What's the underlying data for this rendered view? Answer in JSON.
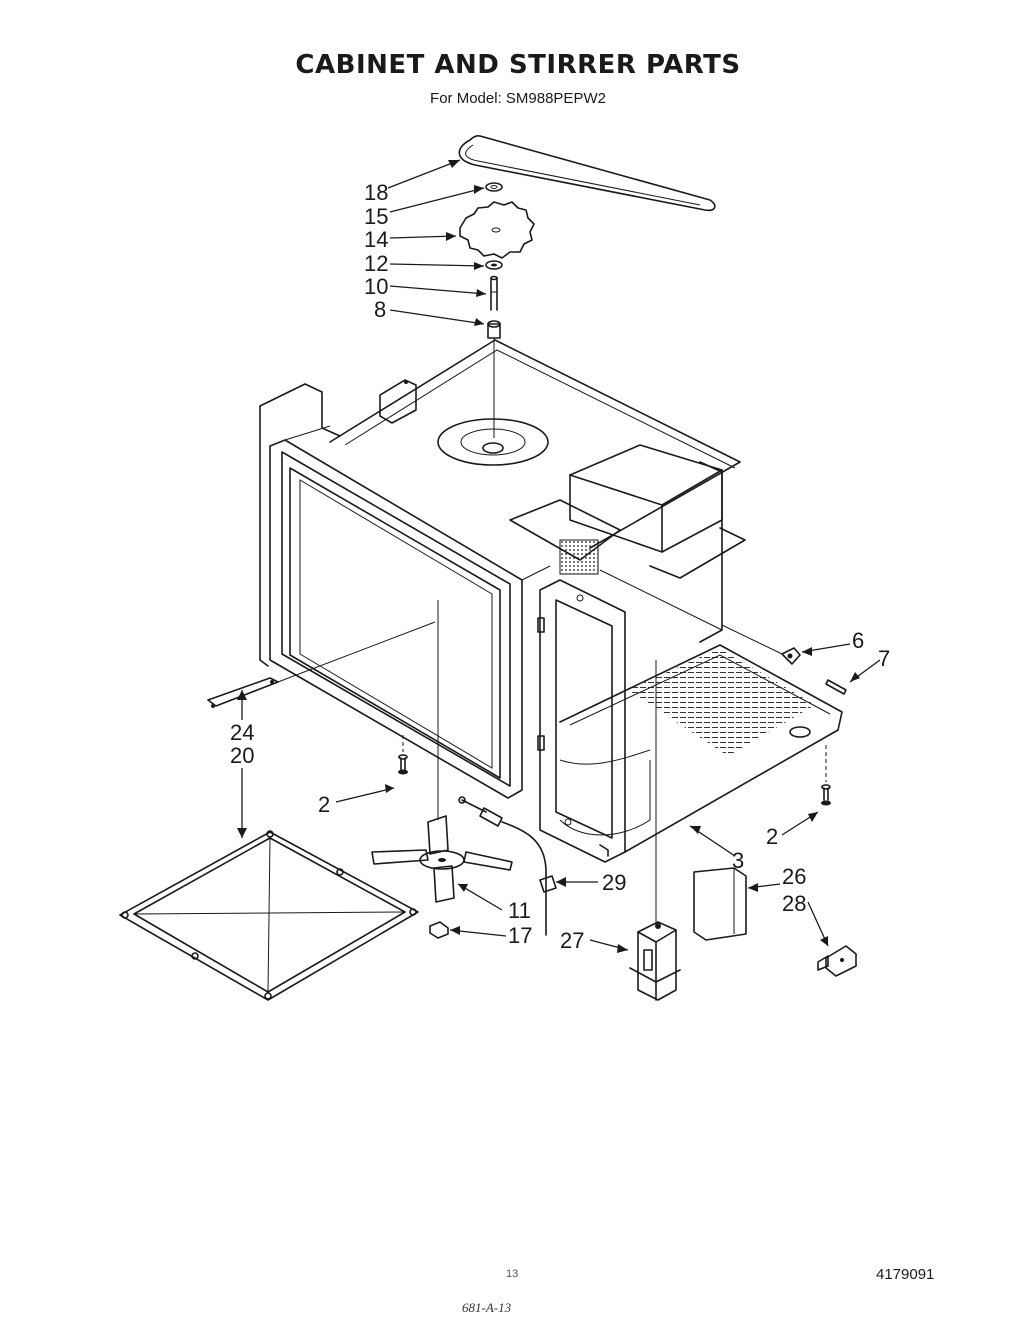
{
  "header": {
    "title": "CABINET AND STIRRER PARTS",
    "subtitle": "For Model: SM988PEPW2"
  },
  "callouts": {
    "p18": "18",
    "p15": "15",
    "p14": "14",
    "p12": "12",
    "p10": "10",
    "p8": "8",
    "p6": "6",
    "p7": "7",
    "p24": "24",
    "p20": "20",
    "p2_left": "2",
    "p2_right": "2",
    "p3": "3",
    "p29": "29",
    "p26": "26",
    "p28": "28",
    "p11": "11",
    "p17": "17",
    "p27": "27"
  },
  "footer": {
    "page_number": "13",
    "drawing_number": "4179091",
    "code": "681-A-13"
  }
}
